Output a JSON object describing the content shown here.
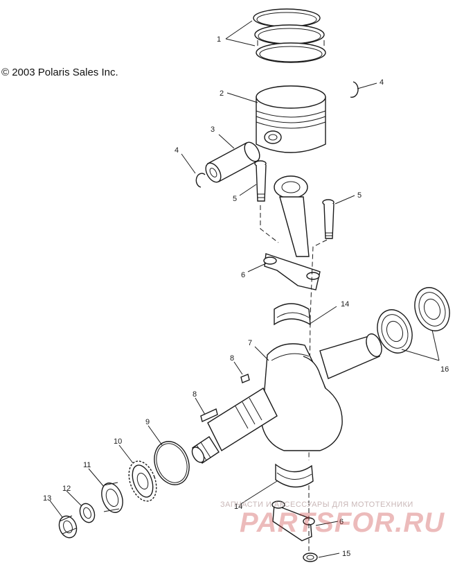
{
  "copyright": "© 2003 Polaris Sales Inc.",
  "watermark": {
    "text": "ЗАПЧАСТИ И АКСЕССУАРЫ ДЛЯ МОТОТЕХНИКИ",
    "logo": "PARTSFOR.RU"
  },
  "callouts": {
    "piston_rings": "1",
    "piston": "2",
    "piston_pin": "3",
    "circlip_left": "4",
    "circlip_right": "4",
    "bolt_left": "5",
    "bolt_right": "5",
    "rod_cap_upper": "6",
    "rod_cap_lower": "6",
    "crankshaft": "7",
    "key_upper": "8",
    "key_lower": "8",
    "o_ring": "9",
    "gear": "10",
    "collar": "11",
    "washer": "12",
    "nut": "13",
    "bearing_upper": "14",
    "bearing_lower": "14",
    "nut_bottom": "15",
    "ball_bearings": "16"
  }
}
